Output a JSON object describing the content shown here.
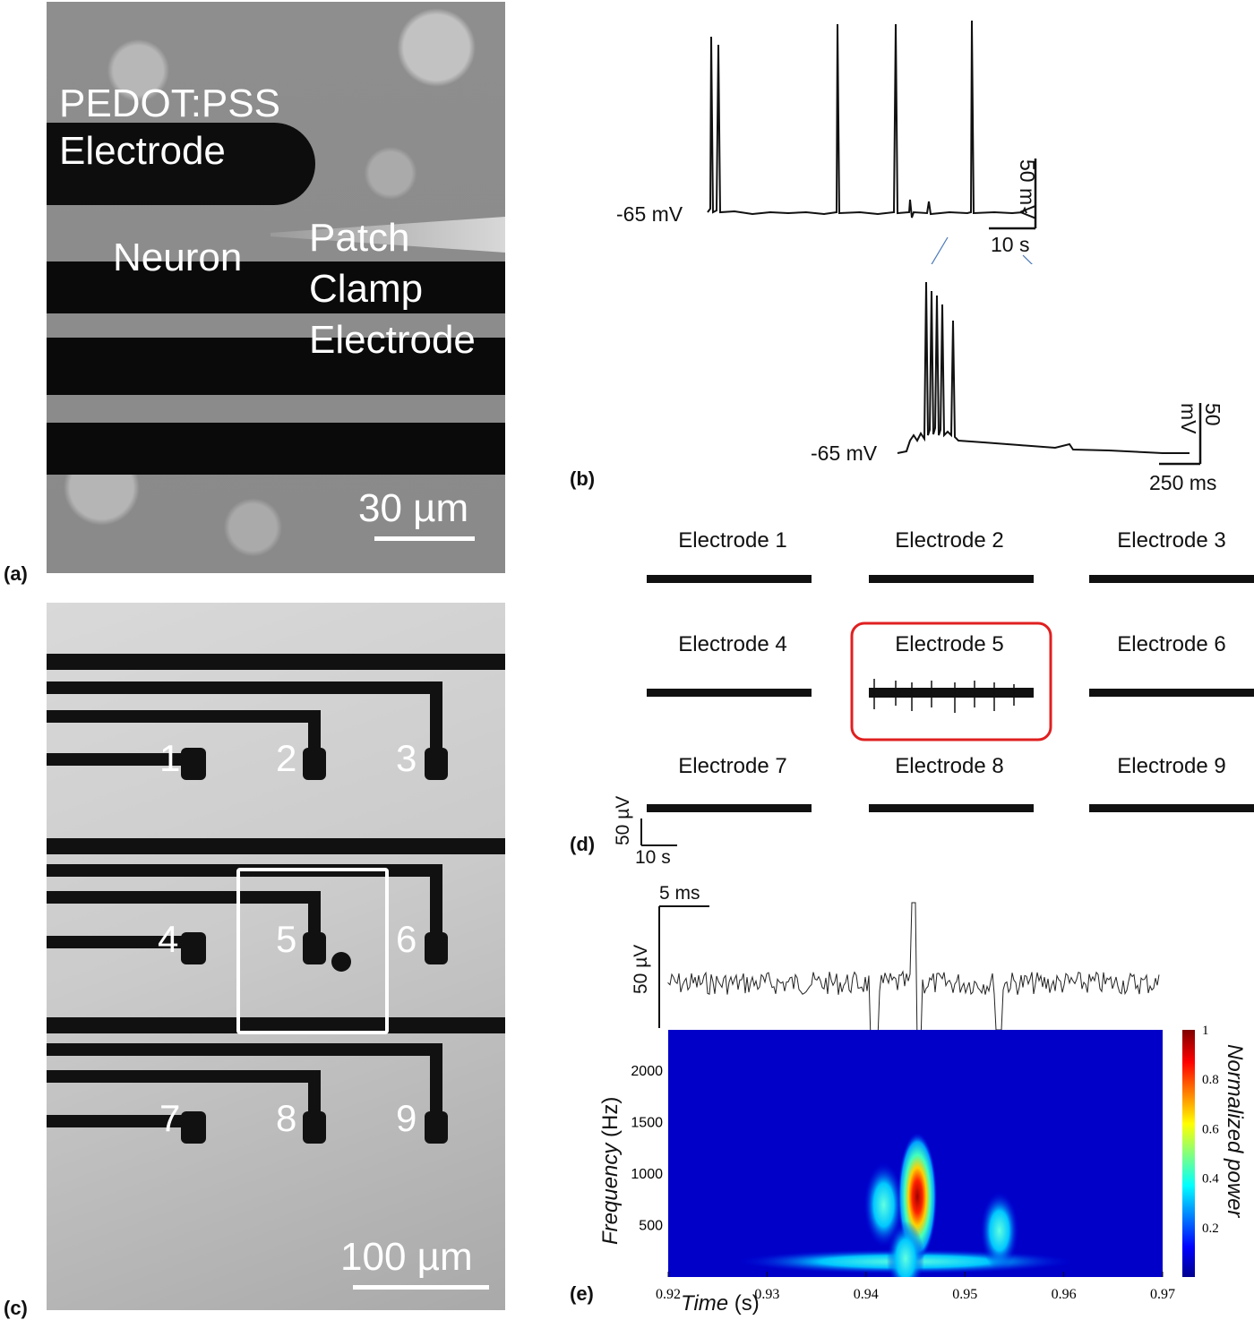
{
  "panels": {
    "a": {
      "letter": "(a)",
      "labels": {
        "electrode_line1": "PEDOT:PSS",
        "electrode_line2": "Electrode",
        "neuron": "Neuron",
        "patch_line1": "Patch",
        "patch_line2": "Clamp",
        "patch_line3": "Electrode"
      },
      "scale_bar": "30 µm"
    },
    "b": {
      "letter": "(b)",
      "top_trace": {
        "baseline_label": "-65 mV",
        "scale_v": "50 mV",
        "scale_t": "10 s"
      },
      "zoom_trace": {
        "baseline_label": "-65 mV",
        "scale_v": "50 mV",
        "scale_t": "250 ms"
      }
    },
    "c": {
      "letter": "(c)",
      "electrode_numbers": [
        "1",
        "2",
        "3",
        "4",
        "5",
        "6",
        "7",
        "8",
        "9"
      ],
      "scale_bar": "100 µm"
    },
    "d": {
      "letter": "(d)",
      "electrodes": [
        "Electrode 1",
        "Electrode 2",
        "Electrode 3",
        "Electrode 4",
        "Electrode 5",
        "Electrode 6",
        "Electrode 7",
        "Electrode 8",
        "Electrode 9"
      ],
      "highlight": "Electrode 5",
      "highlight_color": "#e02020",
      "scale_v": "50 µV",
      "scale_t": "10 s"
    },
    "e": {
      "letter": "(e)",
      "trace_scale_t": "5 ms",
      "trace_scale_v": "50 µV",
      "chart_data": {
        "type": "heatmap",
        "xlabel_italic": "Time",
        "xlabel_unit": "(s)",
        "ylabel_italic": "Frequency",
        "ylabel_unit": "(Hz)",
        "x_ticks": [
          "0.92",
          "0.93",
          "0.94",
          "0.95",
          "0.96",
          "0.97"
        ],
        "y_ticks": [
          "500",
          "1000",
          "1500",
          "2000"
        ],
        "xlim": [
          0.92,
          0.97
        ],
        "ylim": [
          0,
          2400
        ],
        "colorbar_label": "Normalized power",
        "colorbar_ticks": [
          "0.2",
          "0.4",
          "0.6",
          "0.8",
          "1"
        ],
        "colormap": "jet",
        "power_hotspots": [
          {
            "t": 0.9418,
            "f": 700,
            "power": 0.45
          },
          {
            "t": 0.9452,
            "f": 780,
            "power": 1.0
          },
          {
            "t": 0.9535,
            "f": 450,
            "power": 0.35
          },
          {
            "t": 0.944,
            "f": 180,
            "power": 0.3
          }
        ]
      }
    }
  }
}
